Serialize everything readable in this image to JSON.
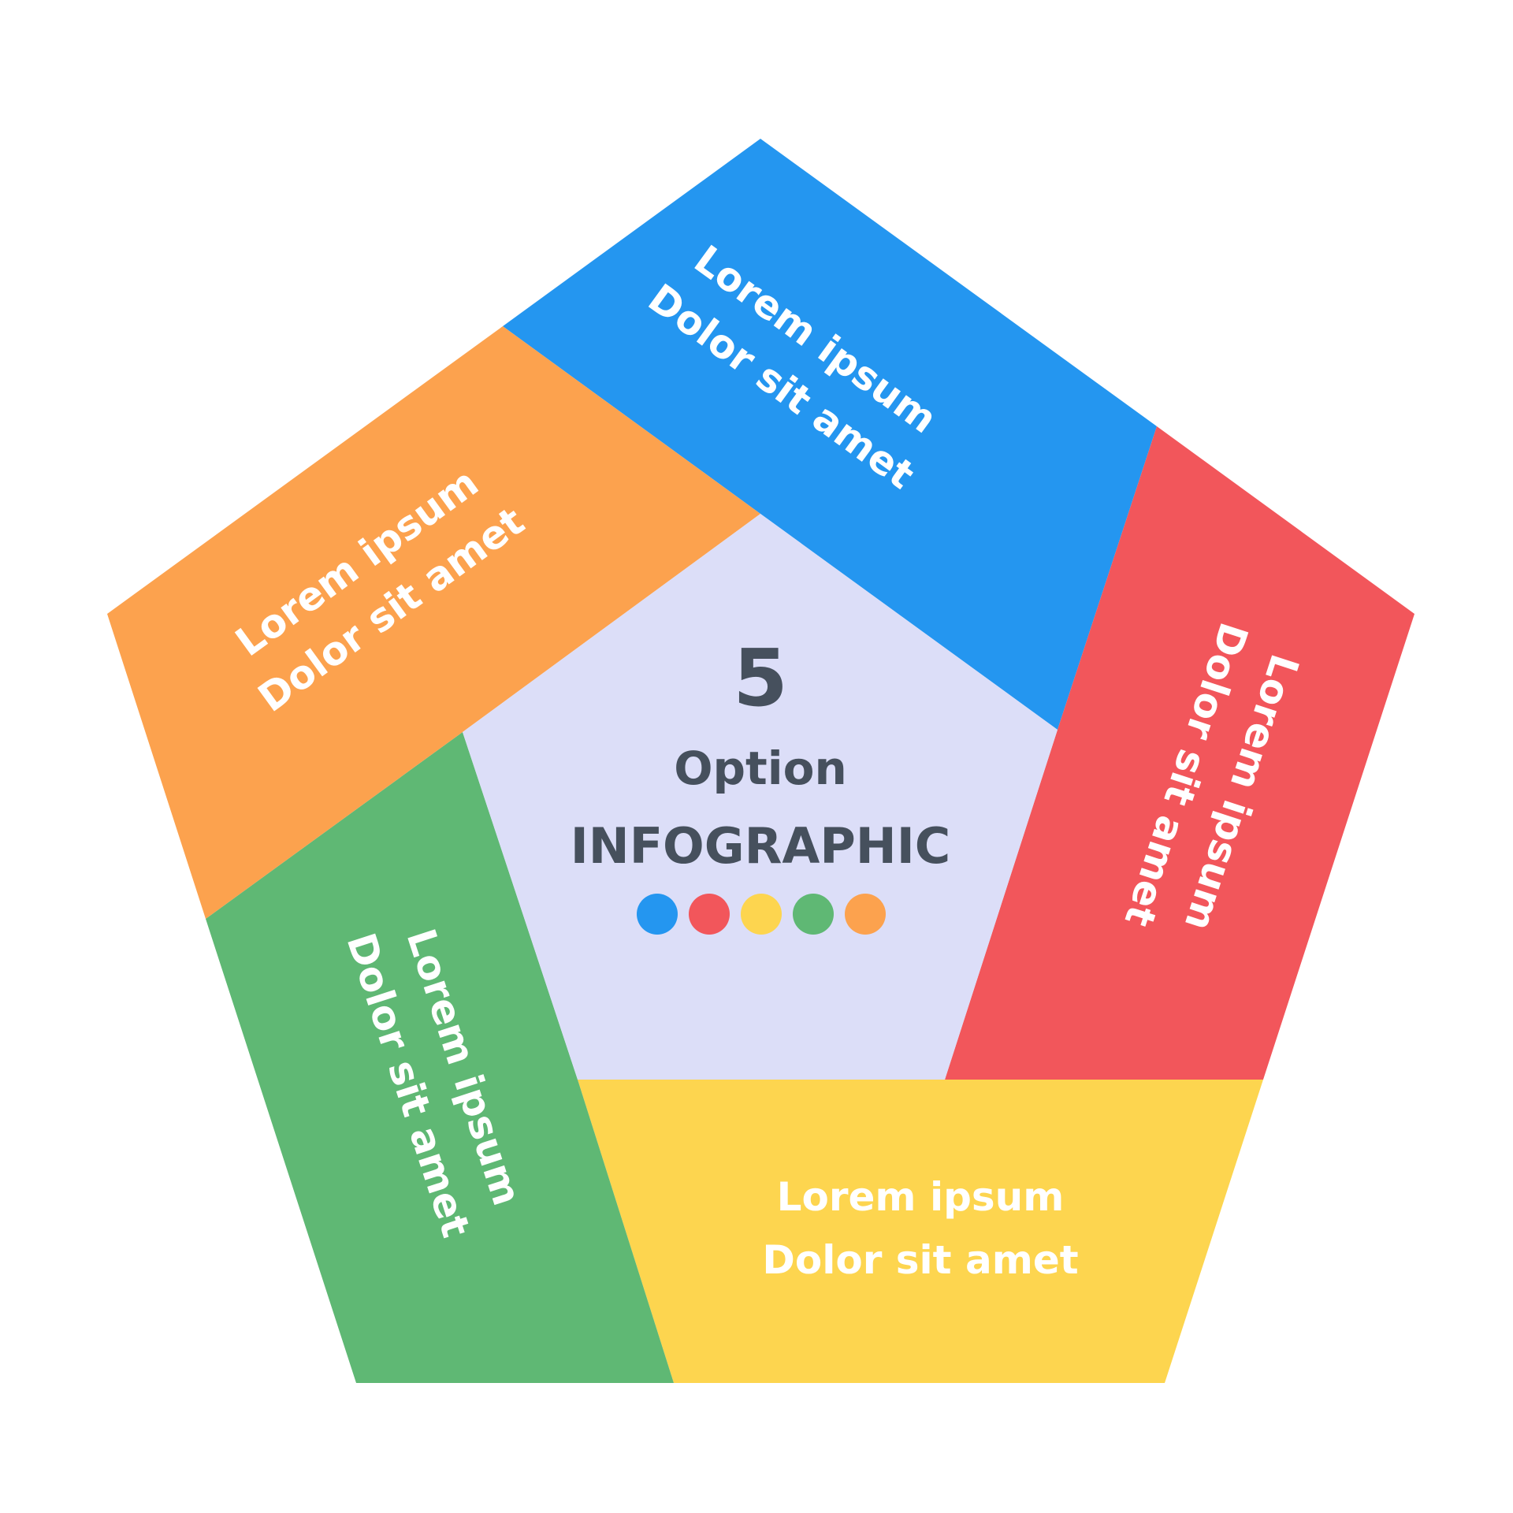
{
  "center": {
    "number": "5",
    "option": "Option",
    "title": "INFOGRAPHIC",
    "background_color": "#dcdef8",
    "text_color": "#46505d",
    "dot_colors": [
      "#2496f0",
      "#f2565b",
      "#fdd54f",
      "#5fb874",
      "#fca24e"
    ]
  },
  "segments": [
    {
      "id": "blue",
      "color": "#2496f0",
      "line1": "Lorem ipsum",
      "line2": "Dolor sit amet"
    },
    {
      "id": "red",
      "color": "#f2565b",
      "line1": "Lorem ipsum",
      "line2": "Dolor sit amet"
    },
    {
      "id": "yellow",
      "color": "#fdd54f",
      "line1": "Lorem ipsum",
      "line2": "Dolor sit amet"
    },
    {
      "id": "green",
      "color": "#5fb874",
      "line1": "Lorem ipsum",
      "line2": "Dolor sit amet"
    },
    {
      "id": "orange",
      "color": "#fca24e",
      "line1": "Lorem ipsum",
      "line2": "Dolor sit amet"
    }
  ]
}
